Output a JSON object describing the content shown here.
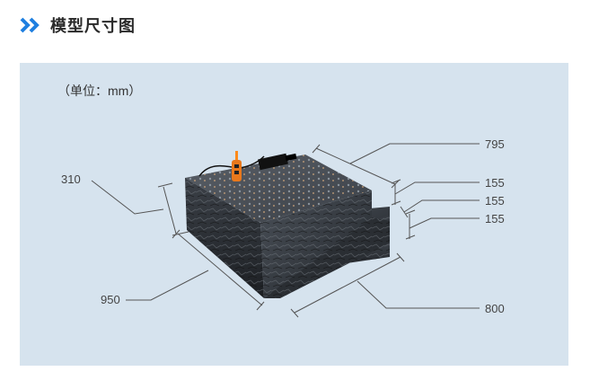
{
  "header": {
    "title": "模型尺寸图",
    "icon": "double-chevron-right-icon",
    "accent": "#1f7fe0"
  },
  "diagram": {
    "unit_label": "（单位：mm）",
    "dimensions": {
      "height": "310",
      "length": "950",
      "top_width": "795",
      "layer_1": "155",
      "layer_2": "155",
      "layer_3": "155",
      "bottom_width": "800"
    },
    "background": "#d6e3ee"
  }
}
